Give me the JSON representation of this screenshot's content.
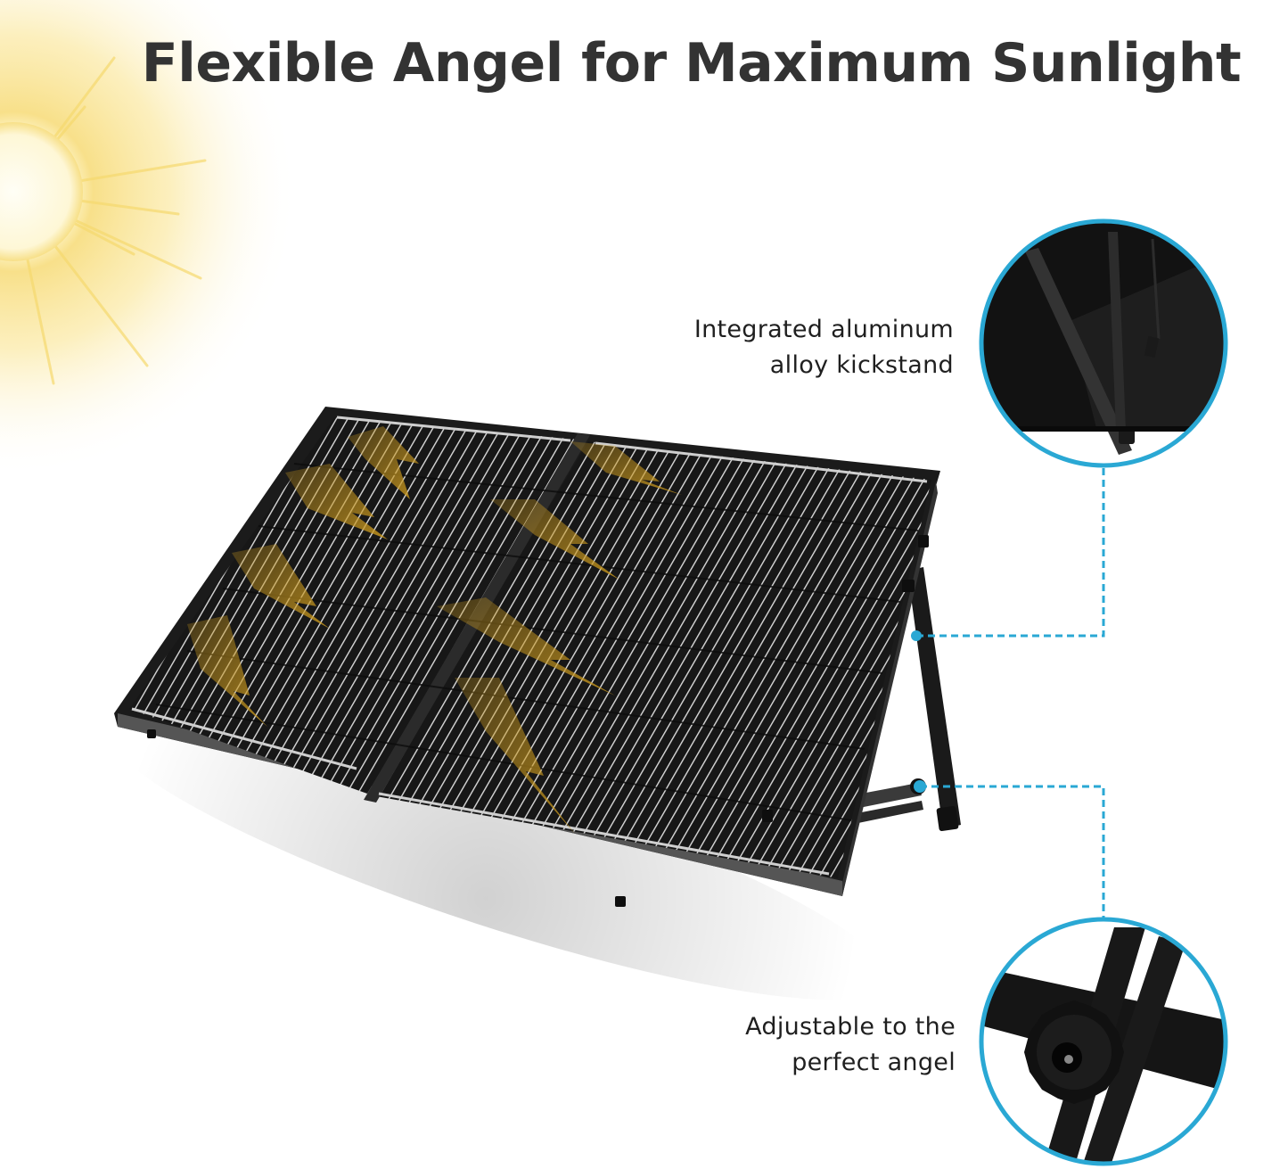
{
  "header": {
    "title": "Flexible Angel for Maximum Sunlight"
  },
  "callouts": [
    {
      "id": "kickstand",
      "lines": [
        "Integrated aluminum",
        "alloy kickstand"
      ],
      "detail_image": "kickstand-closeup"
    },
    {
      "id": "adjustable",
      "lines": [
        "Adjustable to the",
        "perfect angel"
      ],
      "detail_image": "knob-closeup"
    }
  ],
  "illustration": {
    "subject": "foldable-solar-panel-suitcase",
    "sun": "sun-glow-icon",
    "arrows": "sunlight-direction-arrows"
  },
  "colors": {
    "title": "#333333",
    "callout_text": "#1f1f1f",
    "accent_cyan": "#2aa8d4",
    "sun_yellow": "#f6d86a",
    "arrow_gold": "#b8891a",
    "panel_black": "#151515",
    "background": "#ffffff"
  }
}
